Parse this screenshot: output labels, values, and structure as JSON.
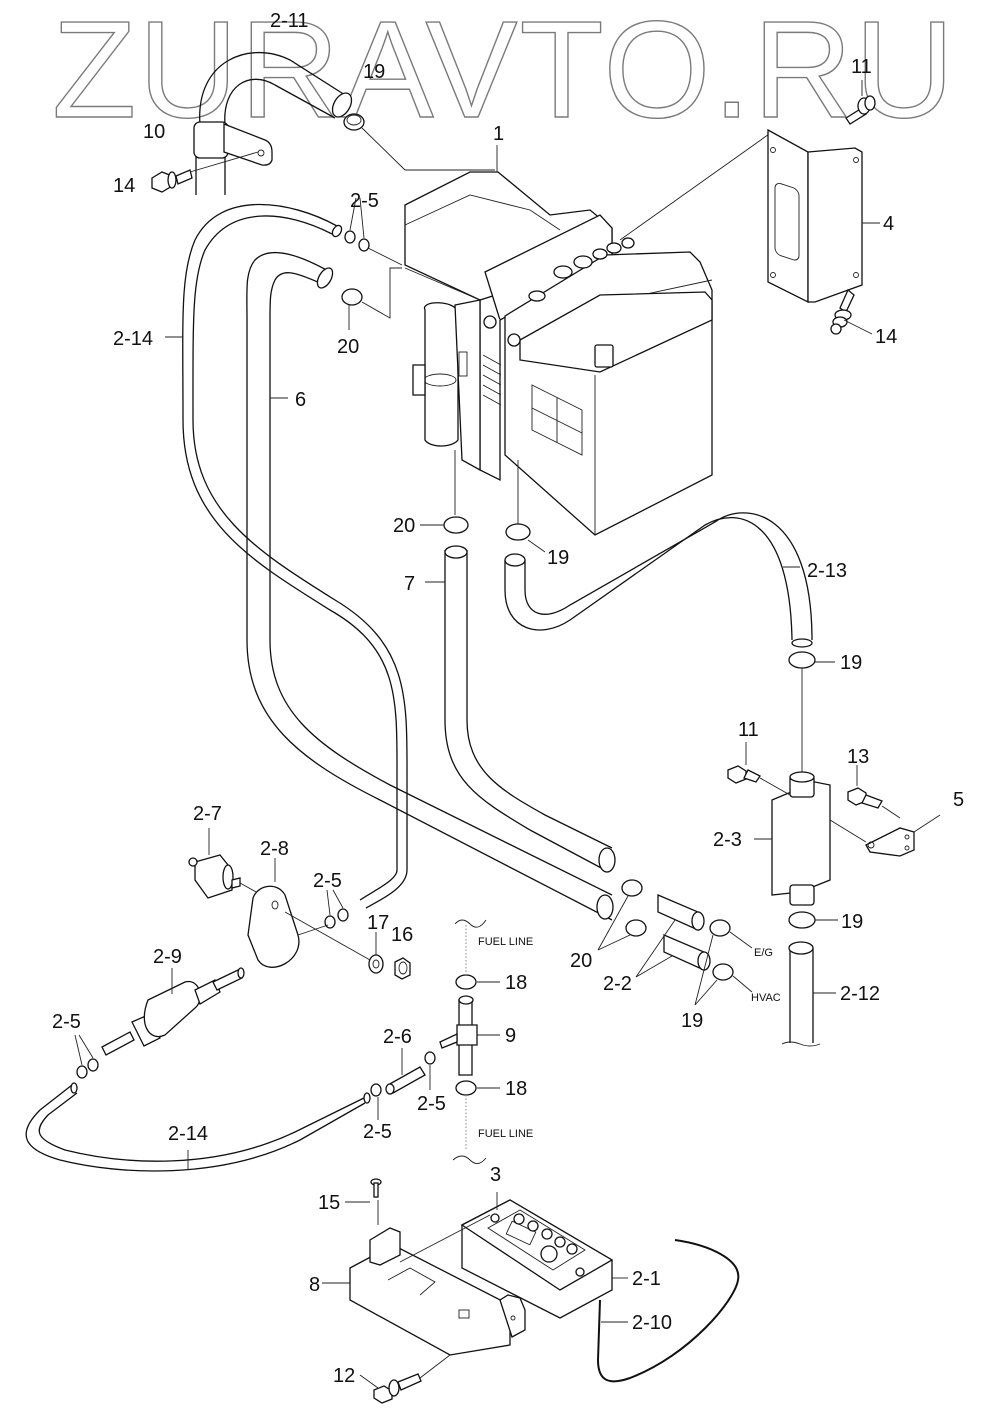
{
  "watermark": "ZURAVTO.RU",
  "diagram": {
    "type": "exploded-parts-view",
    "subject": "auxiliary heater installation",
    "callouts": {
      "c_2_11": "2-11",
      "c_19_top": "19",
      "c_10": "10",
      "c_11_top": "11",
      "c_1": "1",
      "c_14_left": "14",
      "c_2_5_top": "2-5",
      "c_4": "4",
      "c_14_right": "14",
      "c_2_14_left": "2-14",
      "c_20_upper": "20",
      "c_6": "6",
      "c_20_mid": "20",
      "c_19_mid": "19",
      "c_7": "7",
      "c_2_13": "2-13",
      "c_19_right": "19",
      "c_11_mid": "11",
      "c_13": "13",
      "c_5": "5",
      "c_2_3": "2-3",
      "c_2_7": "2-7",
      "c_2_8": "2-8",
      "c_2_5_mid": "2-5",
      "c_17": "17",
      "c_16": "16",
      "c_2_9": "2-9",
      "c_18_top": "18",
      "c_20_low": "20",
      "c_2_2": "2-2",
      "c_19_muffler": "19",
      "c_19_low": "19",
      "c_2_12": "2-12",
      "c_2_5_left": "2-5",
      "c_2_6": "2-6",
      "c_9": "9",
      "c_2_5_low_right": "2-5",
      "c_18_bottom": "18",
      "c_2_5_low": "2-5",
      "c_2_14_bottom": "2-14",
      "c_15": "15",
      "c_3": "3",
      "c_8": "8",
      "c_2_1": "2-1",
      "c_2_10": "2-10",
      "c_12": "12"
    },
    "annotations": {
      "fuel_line_top": "FUEL LINE",
      "fuel_line_bottom": "FUEL LINE",
      "eg": "E/G",
      "hvac": "HVAC"
    }
  }
}
